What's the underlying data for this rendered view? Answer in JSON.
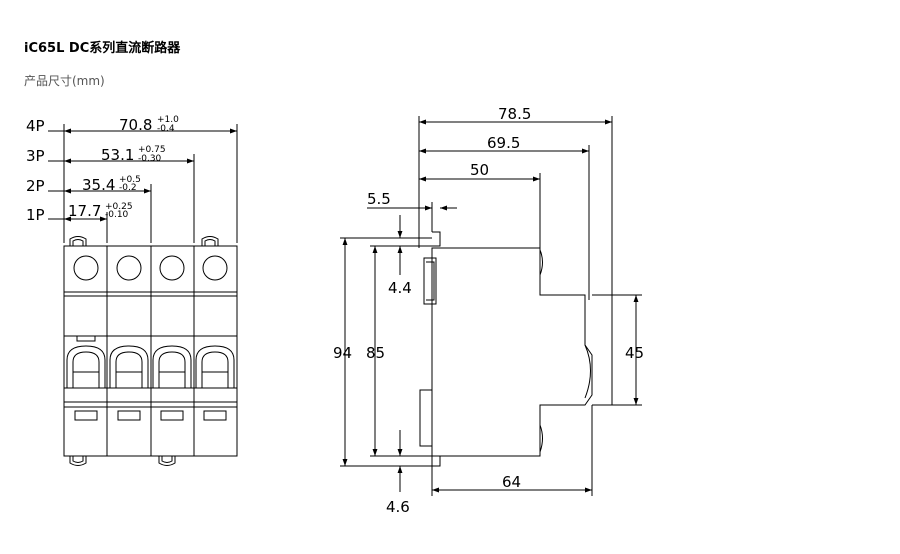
{
  "header": {
    "title": "iC65L DC系列直流断路器",
    "subtitle": "产品尺寸(mm)"
  },
  "front_view": {
    "pole_labels": [
      "4P",
      "3P",
      "2P",
      "1P"
    ],
    "widths": [
      {
        "value": "70.8",
        "tol_plus": "+1.0",
        "tol_minus": "-0.4"
      },
      {
        "value": "53.1",
        "tol_plus": "+0.75",
        "tol_minus": "-0.30"
      },
      {
        "value": "35.4",
        "tol_plus": "+0.5",
        "tol_minus": "-0.2"
      },
      {
        "value": "17.7",
        "tol_plus": "+0.25",
        "tol_minus": "-0.10"
      }
    ]
  },
  "side_view": {
    "depth_total": "78.5",
    "depth_2": "69.5",
    "depth_3": "50",
    "clip_offset": "5.5",
    "top_gap": "4.4",
    "height_total": "94",
    "height_inner": "85",
    "rail_height": "45",
    "bottom_gap": "4.6",
    "base_depth": "64"
  }
}
